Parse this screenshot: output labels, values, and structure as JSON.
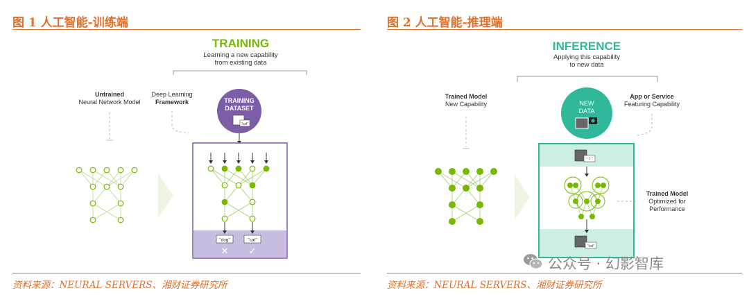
{
  "figure1": {
    "title": "图 1 人工智能-训练端",
    "source": "资料来源：NEURAL SERVERS、湘财证券研究所",
    "heading": "TRAINING",
    "subheading": [
      "Learning a new capability",
      "from existing data"
    ],
    "left_label": [
      "Untrained",
      "Neural Network Model"
    ],
    "framework_label": [
      "Deep Learning",
      "Framework"
    ],
    "dataset_label": [
      "TRAINING",
      "DATASET"
    ],
    "card_label": "\"cat\"",
    "outputs": [
      "\"dog\"",
      "\"cat\""
    ],
    "marks": [
      "✕",
      "✓"
    ]
  },
  "figure2": {
    "title": "图 2 人工智能-推理端",
    "source": "资料来源：NEURAL SERVERS、湘财证券研究所",
    "heading": "INFERENCE",
    "subheading": [
      "Applying this capability",
      "to new data"
    ],
    "left_label": [
      "Trained Model",
      "New Capability"
    ],
    "app_label": [
      "App or Service",
      "Featuring Capability"
    ],
    "data_label": [
      "NEW",
      "DATA"
    ],
    "query_label": "\" ? \"",
    "output_label": "\"cat\"",
    "right_label": [
      "Trained Model",
      "Optimized for",
      "Performance"
    ]
  },
  "watermark": {
    "icon": "wechat-icon",
    "text": "公众号 · 幻影智库"
  },
  "colors": {
    "orange": "#e0702a",
    "green": "#76b900",
    "purple": "#7b5ea7",
    "teal": "#2fb89a"
  }
}
